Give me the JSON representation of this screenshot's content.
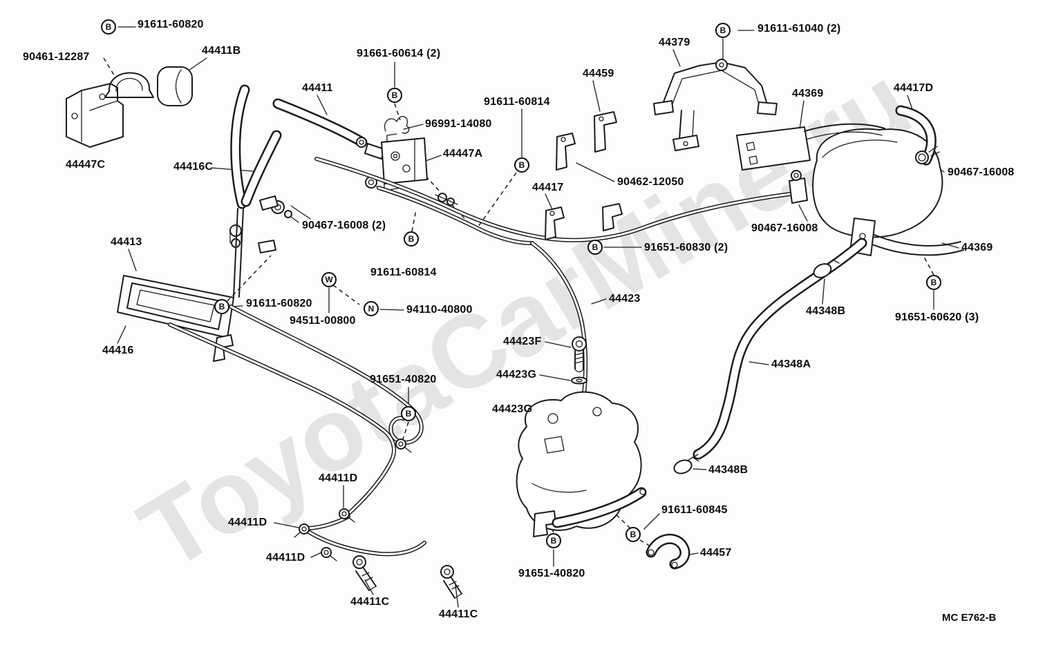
{
  "meta": {
    "watermark": "ToyotaCarMine.ru",
    "drawing_code": "MC E762-B"
  },
  "symbols": {
    "b": "B",
    "w": "W",
    "n": "N"
  },
  "labels": [
    {
      "text": "91611-60820"
    },
    {
      "text": "90461-12287"
    },
    {
      "text": "44411B"
    },
    {
      "text": "44447C"
    },
    {
      "text": "44416C"
    },
    {
      "text": "44411"
    },
    {
      "text": "91661-60614 (2)"
    },
    {
      "text": "96991-14080"
    },
    {
      "text": "44447A"
    },
    {
      "text": "91611-60814"
    },
    {
      "text": "90467-16008 (2)"
    },
    {
      "text": "91611-60814"
    },
    {
      "text": "44413"
    },
    {
      "text": "91611-60820"
    },
    {
      "text": "94511-00800"
    },
    {
      "text": "94110-40800"
    },
    {
      "text": "44416"
    },
    {
      "text": "44417"
    },
    {
      "text": "90462-12050"
    },
    {
      "text": "44459"
    },
    {
      "text": "44379"
    },
    {
      "text": "91611-61040 (2)"
    },
    {
      "text": "44369"
    },
    {
      "text": "44417D"
    },
    {
      "text": "90467-16008"
    },
    {
      "text": "90467-16008"
    },
    {
      "text": "91651-60830 (2)"
    },
    {
      "text": "44423"
    },
    {
      "text": "44369"
    },
    {
      "text": "91651-60620 (3)"
    },
    {
      "text": "44348B"
    },
    {
      "text": "44348A"
    },
    {
      "text": "44423F"
    },
    {
      "text": "44423G"
    },
    {
      "text": "44423G"
    },
    {
      "text": "91651-40820"
    },
    {
      "text": "44411D"
    },
    {
      "text": "44411D"
    },
    {
      "text": "44411D"
    },
    {
      "text": "44411C"
    },
    {
      "text": "44411C"
    },
    {
      "text": "91651-40820"
    },
    {
      "text": "91611-60845"
    },
    {
      "text": "44457"
    },
    {
      "text": "44348B"
    }
  ]
}
